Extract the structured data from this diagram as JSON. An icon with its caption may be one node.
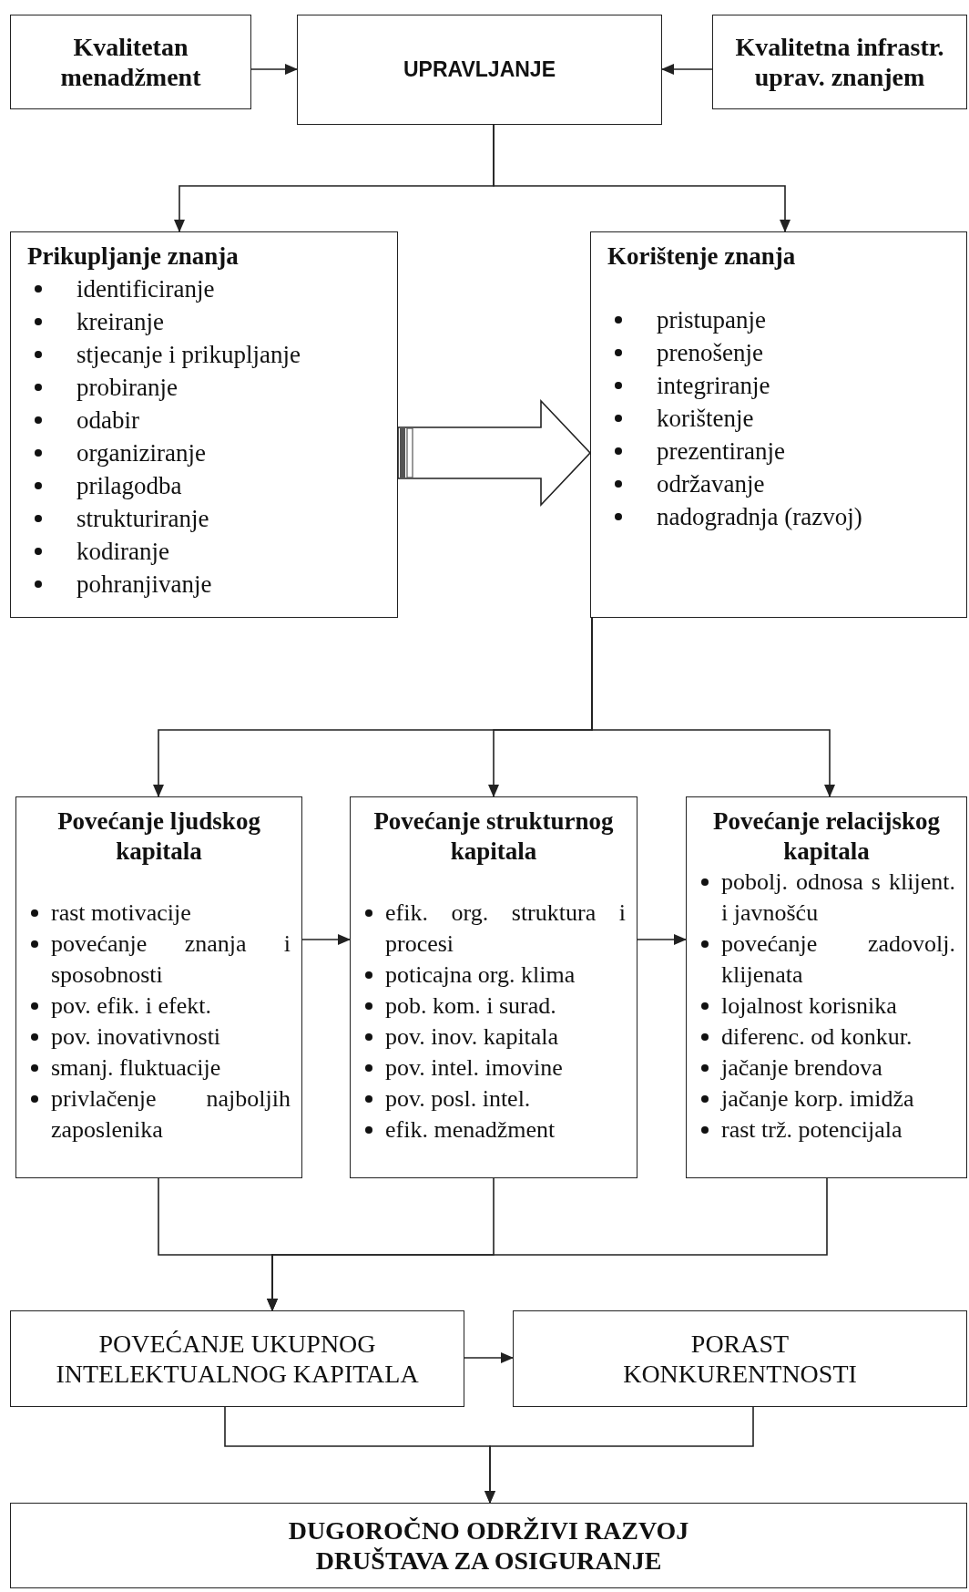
{
  "diagram": {
    "nodes": [
      {
        "text": [
          "Kvalitetan menadžment"
        ]
      },
      {
        "text": [
          "UPRAVLJANJE"
        ]
      },
      {
        "text": [
          "Kvalitetna infrastr. uprav. znanjem"
        ]
      },
      {
        "text": [
          "Prikupljanje znanja",
          "identificiranje",
          "kreiranje",
          "stjecanje i prikupljanje",
          "probiranje",
          "odabir",
          "organiziranje",
          "prilagodba",
          "strukturiranje",
          "kodiranje",
          "pohranjivanje"
        ]
      },
      {
        "text": [
          "Korištenje znanja",
          "pristupanje",
          "prenošenje",
          "integriranje",
          "korištenje",
          "prezentiranje",
          "održavanje",
          "nadogradnja (razvoj)"
        ]
      },
      {
        "text": [
          "Povećanje ljudskog kapitala",
          "rast motivacije",
          "povećanje znanja i sposobnosti",
          "pov. efik. i efekt.",
          "pov. inovativnosti",
          "smanj. fluktuacije",
          "privlačenje najboljih zaposlenika"
        ]
      },
      {
        "text": [
          "Povećanje strukturnog kapitala",
          "efik. org. struktura i procesi",
          "poticajna org. klima",
          "pob. kom. i surad.",
          "pov. inov. kapitala",
          "pov. intel. imovine",
          "pov. posl. intel.",
          "efik. menadžment"
        ]
      },
      {
        "text": [
          "Povećanje relacijskog kapitala",
          "pobolj. odnosa s klijent. i javnošću",
          "povećanje zadovolj. klijenata",
          "lojalnost korisnika",
          "diferenc. od konkur.",
          "jačanje brendova",
          "jačanje korp. imidža",
          "rast trž. potencijala"
        ]
      },
      {
        "text": [
          "POVEĆANJE UKUPNOG INTELEKTUALNOG KAPITALA"
        ]
      },
      {
        "text": [
          "PORAST KONKURENTNOSTI"
        ]
      },
      {
        "text": [
          "DUGOROČNO ODRŽIVI RAZVOJ DRUŠTAVA ZA OSIGURANJE"
        ]
      }
    ],
    "edges": [
      {
        "from": 0,
        "to": 1,
        "arrow": "to"
      },
      {
        "from": 2,
        "to": 1,
        "arrow": "to"
      },
      {
        "from": 1,
        "to": 3,
        "arrow": "to"
      },
      {
        "from": 1,
        "to": 4,
        "arrow": "to"
      },
      {
        "from": 3,
        "to": 4,
        "arrow": "to",
        "style": "thick"
      },
      {
        "from": 4,
        "to": 5,
        "arrow": "to"
      },
      {
        "from": 4,
        "to": 6,
        "arrow": "to"
      },
      {
        "from": 4,
        "to": 7,
        "arrow": "to"
      },
      {
        "from": 5,
        "to": 6,
        "arrow": "to"
      },
      {
        "from": 6,
        "to": 7,
        "arrow": "to"
      },
      {
        "from": 5,
        "to": 8,
        "arrow": "to"
      },
      {
        "from": 6,
        "to": 8,
        "arrow": "to"
      },
      {
        "from": 7,
        "to": 8,
        "arrow": "to"
      },
      {
        "from": 8,
        "to": 9,
        "arrow": "to"
      },
      {
        "from": 8,
        "to": 10,
        "arrow": "to"
      },
      {
        "from": 9,
        "to": 10,
        "arrow": "to"
      }
    ]
  }
}
